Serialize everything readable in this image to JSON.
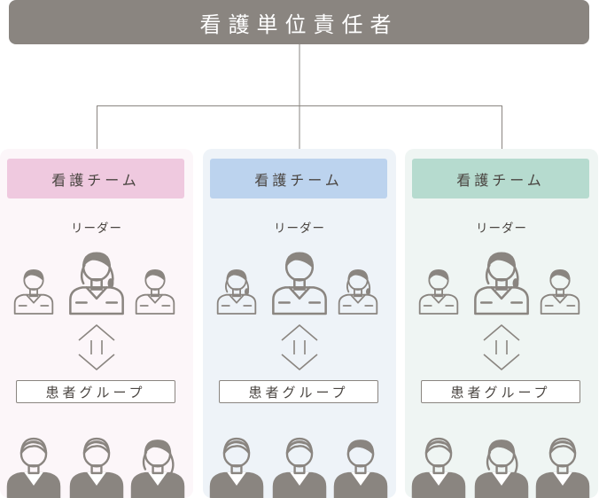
{
  "header": {
    "title": "看護単位責任者"
  },
  "colors": {
    "header_bg": "#8a8580",
    "icon": "#8a8580",
    "team_label_bgs": [
      "#efc9df",
      "#bcd3ee",
      "#b6dbcf"
    ],
    "panel_bgs": [
      "#fcf6f9",
      "#eef3f8",
      "#eff5f3"
    ]
  },
  "teams": [
    {
      "label": "看護チーム",
      "leader_label": "リーダー",
      "group_label": "患者グループ",
      "members": [
        "male-nurse-icon",
        "female-nurse-leader-icon",
        "male-nurse-icon"
      ],
      "patients": [
        "elderly-man-icon",
        "elderly-woman-icon",
        "woman-icon"
      ]
    },
    {
      "label": "看護チーム",
      "leader_label": "リーダー",
      "group_label": "患者グループ",
      "members": [
        "female-nurse-icon",
        "male-nurse-leader-icon",
        "female-nurse-icon"
      ],
      "patients": [
        "elderly-woman-icon",
        "elderly-man-icon",
        "man-icon"
      ]
    },
    {
      "label": "看護チーム",
      "leader_label": "リーダー",
      "group_label": "患者グループ",
      "members": [
        "male-nurse-icon",
        "female-nurse-leader-icon",
        "male-nurse-icon"
      ],
      "patients": [
        "elderly-woman-icon",
        "woman-icon",
        "elderly-man-icon"
      ]
    }
  ]
}
